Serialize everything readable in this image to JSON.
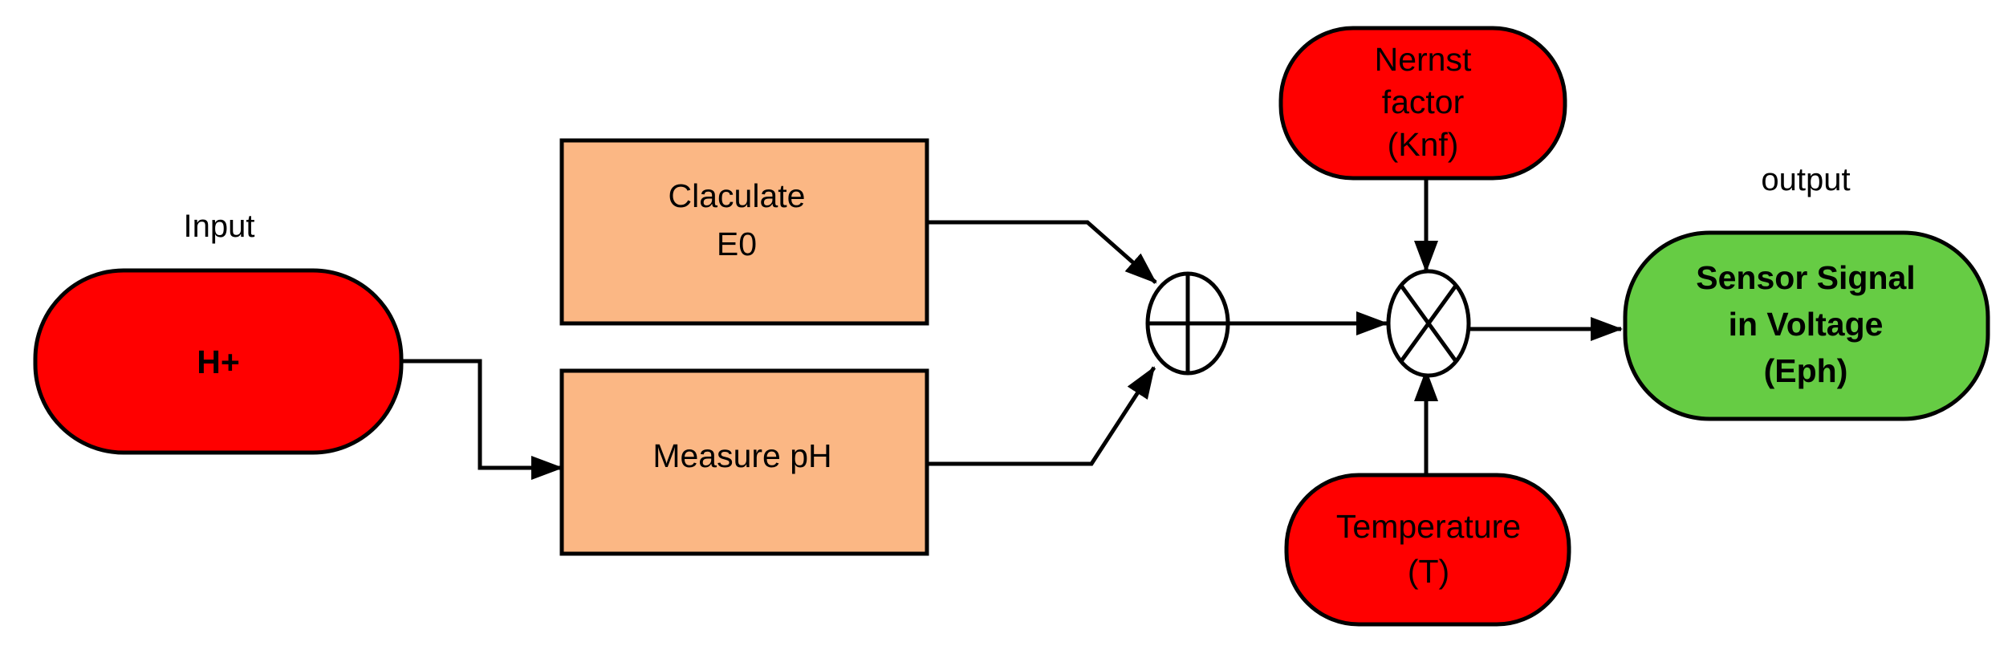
{
  "labels": {
    "input": "Input",
    "output": "output"
  },
  "nodes": {
    "h_plus": {
      "lines": [
        "H+"
      ],
      "fill": "#ff0000",
      "bold": true
    },
    "calculate_e0": {
      "lines": [
        "Claculate",
        "E0"
      ],
      "fill": "#fbb784"
    },
    "measure_ph": {
      "lines": [
        "Measure pH"
      ],
      "fill": "#fbb784"
    },
    "nernst": {
      "lines": [
        "Nernst",
        "factor",
        "(Knf)"
      ],
      "fill": "#ff0000"
    },
    "temperature": {
      "lines": [
        "Temperature",
        "(T)"
      ],
      "fill": "#ff0000"
    },
    "sensor": {
      "lines": [
        "Sensor Signal",
        "in Voltage",
        "(Eph)"
      ],
      "fill": "#66cc44",
      "bold": true
    }
  },
  "operators": {
    "sum": "sum-junction",
    "product": "multiply-junction"
  },
  "colors": {
    "stroke": "#000000",
    "red": "#ff0000",
    "peach": "#fbb784",
    "green": "#66cc44"
  }
}
